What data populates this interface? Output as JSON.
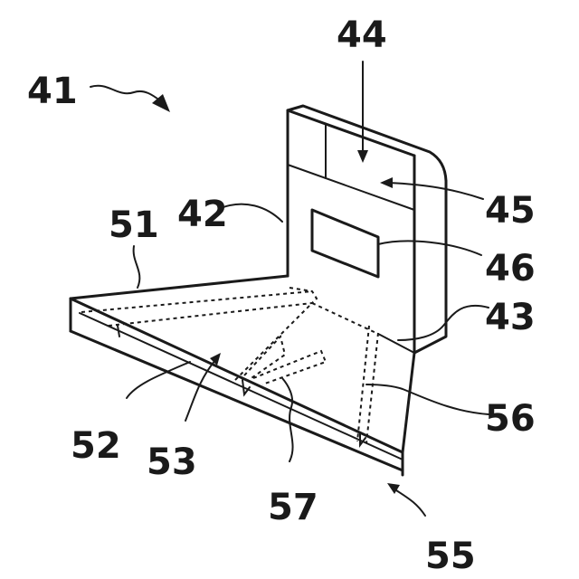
{
  "labels": {
    "l41": "41",
    "l42": "42",
    "l43": "43",
    "l44": "44",
    "l45": "45",
    "l46": "46",
    "l51": "51",
    "l52": "52",
    "l53": "53",
    "l55": "55",
    "l56": "56",
    "l57": "57"
  }
}
